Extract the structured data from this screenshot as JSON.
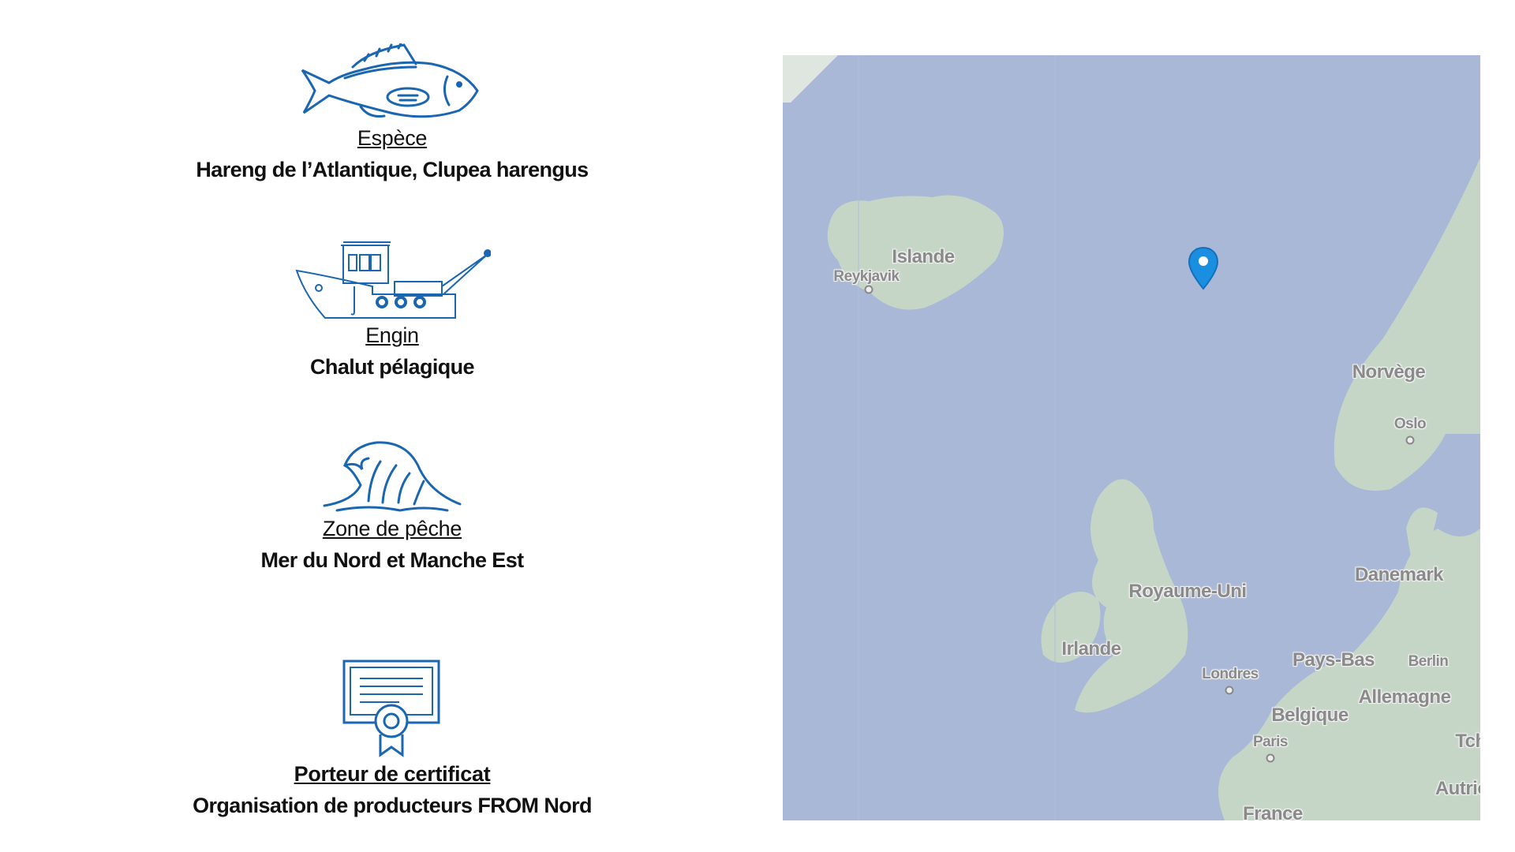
{
  "colors": {
    "icon": "#1a66b0",
    "sea": "#a8b8d6",
    "land": "#c5d6c7",
    "pin": "#1a8ee0"
  },
  "items": [
    {
      "icon": "fish-icon",
      "label": "Espèce",
      "value": "Hareng de l’Atlantique, Clupea harengus"
    },
    {
      "icon": "fishing-boat-icon",
      "label": "Engin",
      "value": "Chalut pélagique"
    },
    {
      "icon": "wave-icon",
      "label": "Zone de pêche",
      "value": "Mer du Nord et Manche Est"
    },
    {
      "icon": "certificate-icon",
      "label": "Porteur de certificat",
      "value": "Organisation de producteurs FROM Nord"
    }
  ],
  "map": {
    "labels": {
      "islande": "Islande",
      "reykjavik": "Reykjavik",
      "norvege": "Norvège",
      "oslo": "Oslo",
      "royaume_uni": "Royaume-Uni",
      "danemark": "Danemark",
      "irlande": "Irlande",
      "londres": "Londres",
      "pays_bas": "Pays-Bas",
      "berlin": "Berlin",
      "allemagne": "Allemagne",
      "belgique": "Belgique",
      "paris": "Paris",
      "tch": "Tch",
      "autric": "Autric",
      "france": "France"
    },
    "marker": "map-pin-icon"
  }
}
